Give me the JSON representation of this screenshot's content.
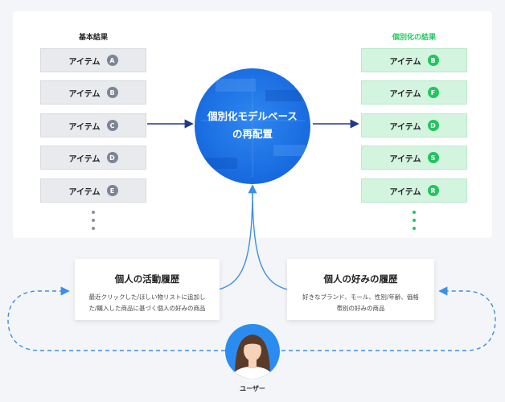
{
  "left_column": {
    "title": "基本結果",
    "items": [
      {
        "label": "アイテム",
        "badge": "A"
      },
      {
        "label": "アイテム",
        "badge": "B"
      },
      {
        "label": "アイテム",
        "badge": "C"
      },
      {
        "label": "アイテム",
        "badge": "D"
      },
      {
        "label": "アイテム",
        "badge": "E"
      }
    ]
  },
  "right_column": {
    "title": "個別化の結果",
    "items": [
      {
        "label": "アイテム",
        "badge": "B"
      },
      {
        "label": "アイテム",
        "badge": "F"
      },
      {
        "label": "アイテム",
        "badge": "D"
      },
      {
        "label": "アイテム",
        "badge": "S"
      },
      {
        "label": "アイテム",
        "badge": "R"
      }
    ]
  },
  "model": {
    "line1": "個別化モデルベース",
    "line2": "の再配置"
  },
  "activity_card": {
    "title": "個人の活動履歴",
    "desc_line1": "最近クリックした/ほしい物リストに追加し",
    "desc_line2": "た/購入した商品に基づく個人の好みの商品"
  },
  "preference_card": {
    "title": "個人の好みの履歴",
    "desc_line1": "好きなブランド、モール、性別/年齢、価格",
    "desc_line2": "帯別の好みの商品"
  },
  "user": {
    "label": "ユーザー"
  },
  "colors": {
    "accent_blue": "#1a73e8",
    "navy_arrow": "#1f3a8a",
    "green": "#22c55e",
    "grey_badge": "#7d8595",
    "dashed_blue": "#3b8fe6"
  }
}
